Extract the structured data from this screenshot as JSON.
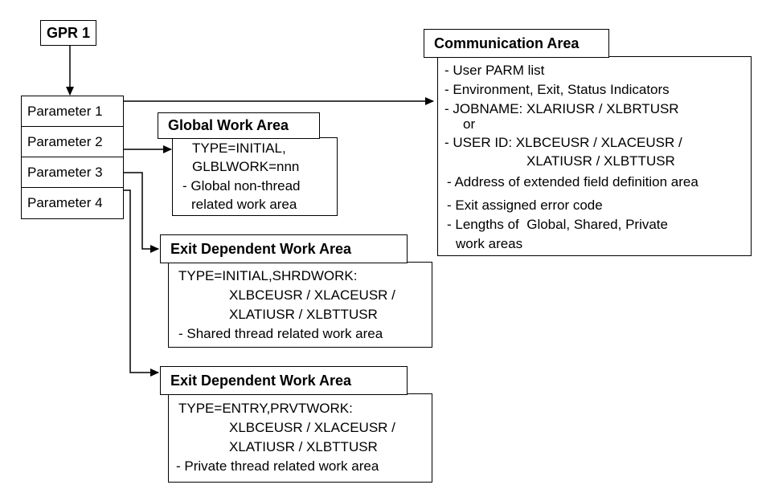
{
  "gpr": {
    "label": "GPR 1"
  },
  "parameters": [
    "Parameter 1",
    "Parameter 2",
    "Parameter 3",
    "Parameter 4"
  ],
  "communication_area": {
    "title": "Communication Area",
    "lines": [
      "- User PARM list",
      "- Environment, Exit, Status Indicators",
      "- JOBNAME: XLARIUSR / XLBRTUSR",
      "or",
      "- USER ID: XLBCEUSR / XLACEUSR /",
      "XLATIUSR / XLBTTUSR",
      "- Address of extended field definition area",
      "- Exit assigned error code",
      "- Lengths of  Global, Shared, Private",
      "work areas"
    ]
  },
  "global_work_area": {
    "title": "Global Work Area",
    "lines": [
      "TYPE=INITIAL,",
      "GLBLWORK=nnn",
      "- Global non-thread",
      "related work area"
    ]
  },
  "shared_work_area": {
    "title": "Exit Dependent Work Area",
    "lines": [
      "TYPE=INITIAL,SHRDWORK:",
      "XLBCEUSR / XLACEUSR /",
      "XLATIUSR / XLBTTUSR",
      "- Shared thread related work area"
    ]
  },
  "private_work_area": {
    "title": "Exit Dependent Work Area",
    "lines": [
      "TYPE=ENTRY,PRVTWORK:",
      "XLBCEUSR / XLACEUSR /",
      "XLATIUSR / XLBTTUSR",
      "- Private thread related work area"
    ]
  }
}
